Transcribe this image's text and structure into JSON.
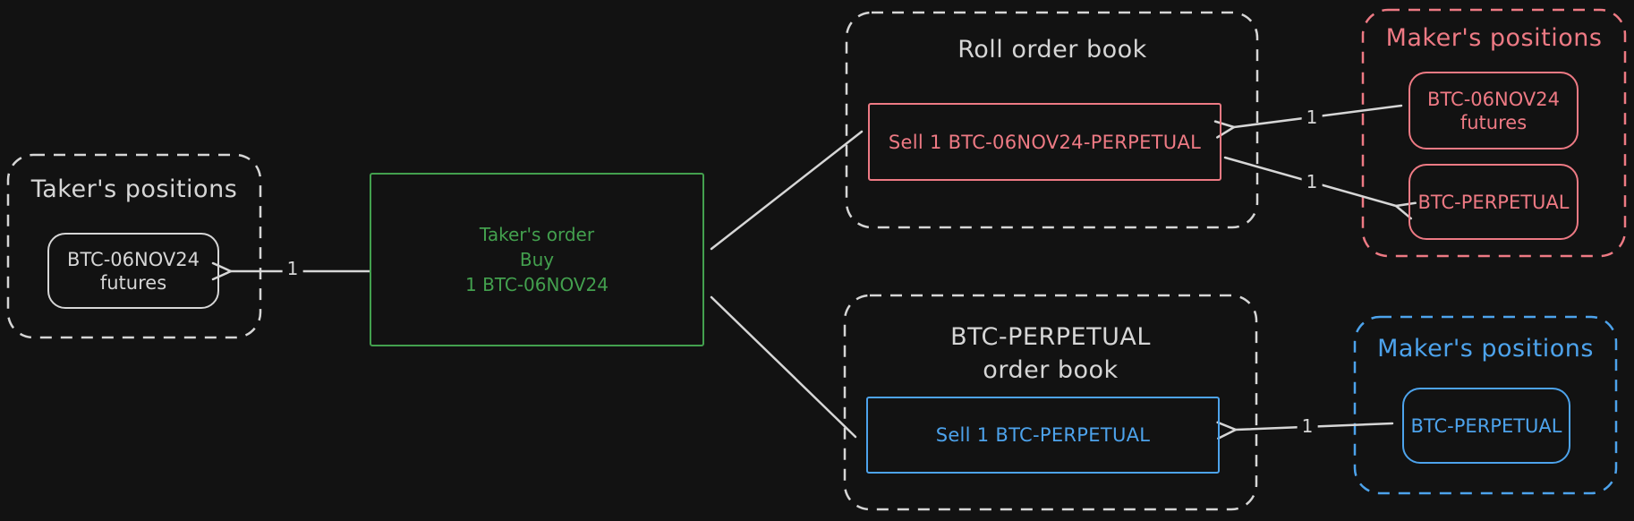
{
  "background": "#121212",
  "palette": {
    "stroke_white": "#d6d6d6",
    "green": "#43a04e",
    "red": "#ee7a84",
    "blue": "#4da3ec"
  },
  "taker_positions": {
    "title": "Taker's positions",
    "futures_position": {
      "line1": "BTC-06NOV24",
      "line2": "futures"
    }
  },
  "taker_order": {
    "line1": "Taker's order",
    "line2": "Buy",
    "line3": "1 BTC-06NOV24"
  },
  "roll_order_book": {
    "title": "Roll order book",
    "sell_order": "Sell 1 BTC-06NOV24-PERPETUAL"
  },
  "roll_maker_positions": {
    "title": "Maker's positions",
    "futures_position": {
      "line1": "BTC-06NOV24",
      "line2": "futures"
    },
    "perpetual_position": "BTC-PERPETUAL"
  },
  "perpetual_order_book": {
    "title_line1": "BTC-PERPETUAL",
    "title_line2": "order book",
    "sell_order": "Sell 1 BTC-PERPETUAL"
  },
  "perpetual_maker_positions": {
    "title": "Maker's positions",
    "perpetual_position": "BTC-PERPETUAL"
  },
  "edge_labels": {
    "taker_fill": "1",
    "roll_maker_futures": "1",
    "roll_maker_perpetual": "1",
    "perpetual_maker_fill": "1"
  }
}
